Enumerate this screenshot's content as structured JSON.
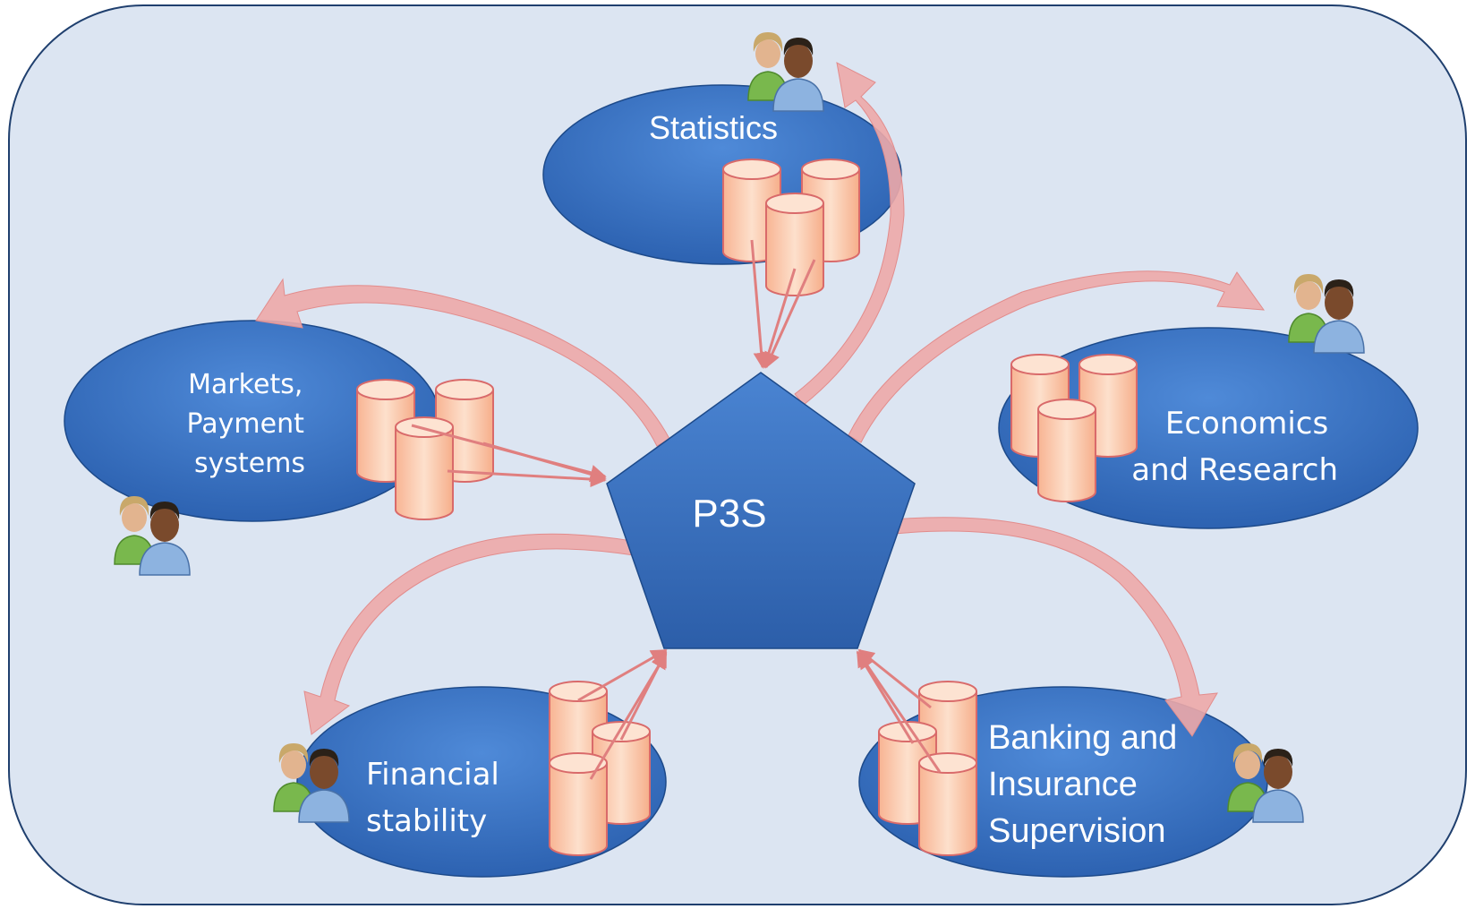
{
  "diagram": {
    "hub": {
      "label": "P3S"
    },
    "nodes": [
      {
        "id": "statistics",
        "lines": [
          "Statistics"
        ]
      },
      {
        "id": "markets",
        "lines": [
          "Markets,",
          "Payment",
          "systems"
        ]
      },
      {
        "id": "economics",
        "lines": [
          "Economics",
          "and Research"
        ]
      },
      {
        "id": "financial",
        "lines": [
          "Financial",
          "stability"
        ]
      },
      {
        "id": "banking",
        "lines": [
          "Banking and",
          "Insurance",
          "Supervision"
        ]
      }
    ]
  },
  "colors": {
    "panel_fill": "#dce5f2",
    "panel_stroke": "#1f3f6e",
    "ellipse_fill": "#3d78c7",
    "hub_fill": "#3a70bd",
    "arrow_fill": "#eda9a9",
    "arrow_line": "#e07f7f",
    "db_fill": "#fbc7a8",
    "db_stroke": "#d96a6a"
  },
  "icons": [
    "users-icon",
    "database-icon"
  ]
}
